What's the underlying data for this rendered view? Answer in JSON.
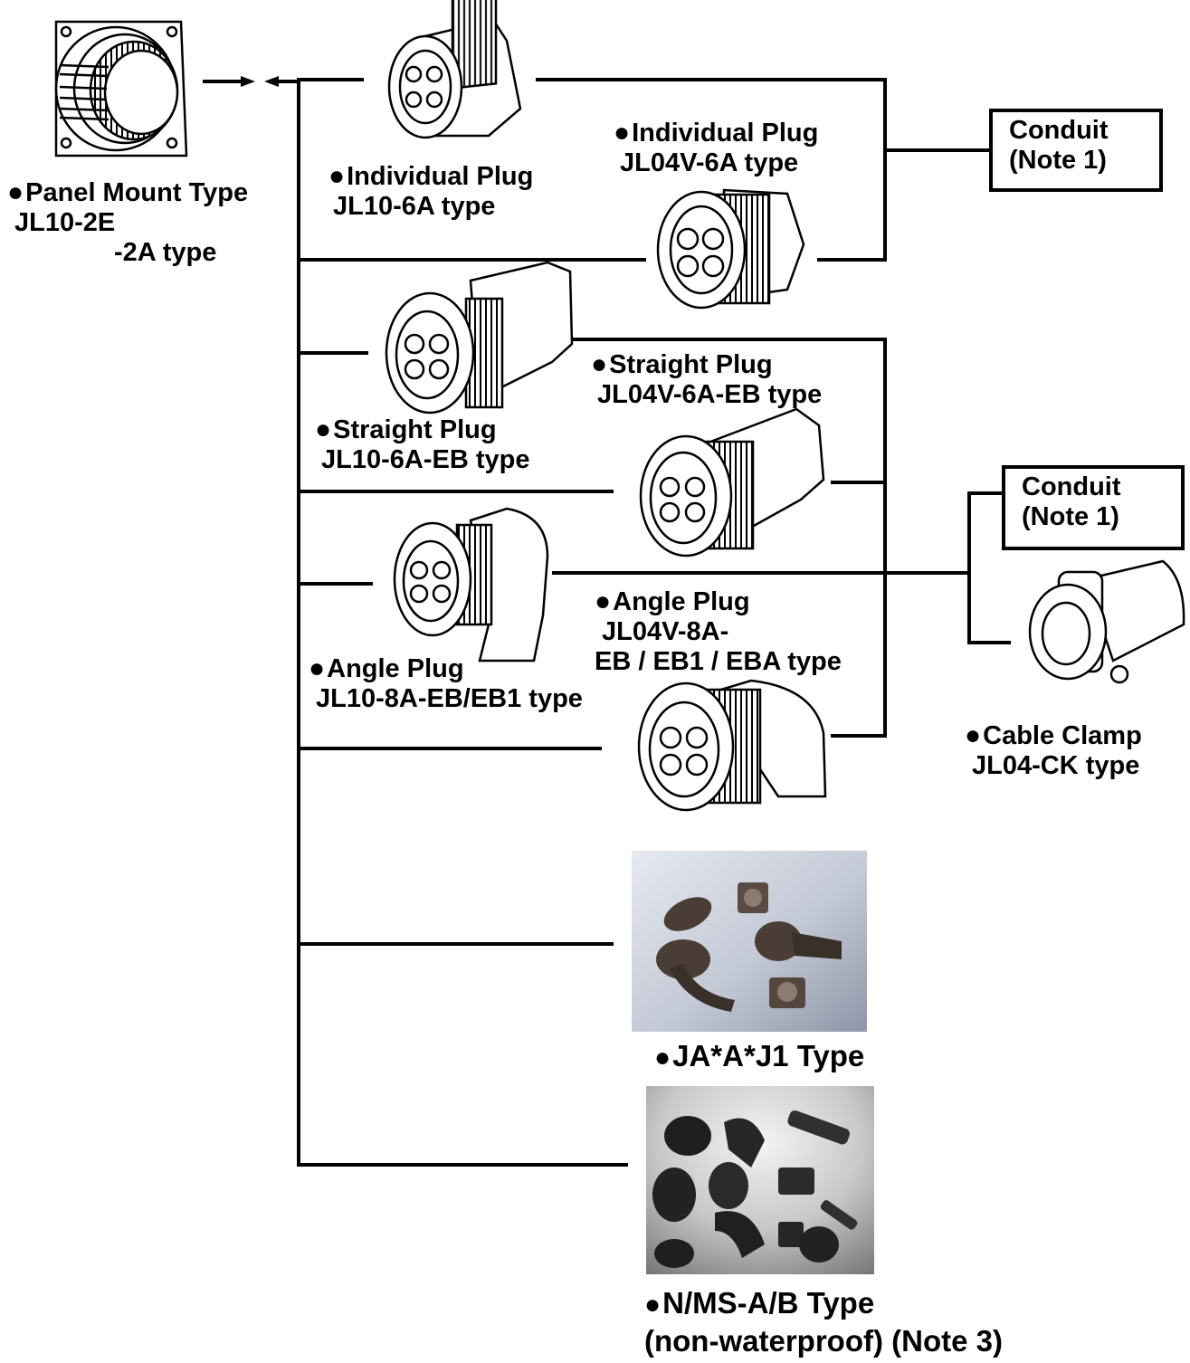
{
  "panel_mount": {
    "title": "Panel Mount Type",
    "line2": "JL10-2E",
    "line3": "-2A type"
  },
  "plugs": {
    "jl10_6a": {
      "title": "Individual Plug",
      "model": "JL10-6A type"
    },
    "jl04v_6a": {
      "title": "Individual Plug",
      "model": "JL04V-6A type"
    },
    "jl10_6a_eb": {
      "title": "Straight Plug",
      "model": "JL10-6A-EB type"
    },
    "jl04v_6a_eb": {
      "title": "Straight Plug",
      "model": "JL04V-6A-EB type"
    },
    "jl10_8a_eb": {
      "title": "Angle Plug",
      "model": "JL10-8A-EB/EB1 type"
    },
    "jl04v_8a_eb": {
      "title": "Angle Plug",
      "model_line1": "JL04V-8A-",
      "model_line2": "EB / EB1 / EBA type"
    }
  },
  "cable_clamp": {
    "title": "Cable Clamp",
    "model": "JL04-CK type"
  },
  "conduit": [
    {
      "line1": "Conduit",
      "line2": "(Note 1)"
    },
    {
      "line1": "Conduit",
      "line2": "(Note 1)"
    }
  ],
  "photos": {
    "ja_a_j1": {
      "title": "JA*A*J1 Type"
    },
    "n_ms": {
      "title": "N/MS-A/B Type",
      "line2": "(non-waterproof) (Note 3)"
    }
  },
  "bullet": "●",
  "colors": {
    "line": "#000000",
    "photo_bg1": "#b9c0cf",
    "photo_bg2": "#8a8d95",
    "body": "#ffffff"
  }
}
